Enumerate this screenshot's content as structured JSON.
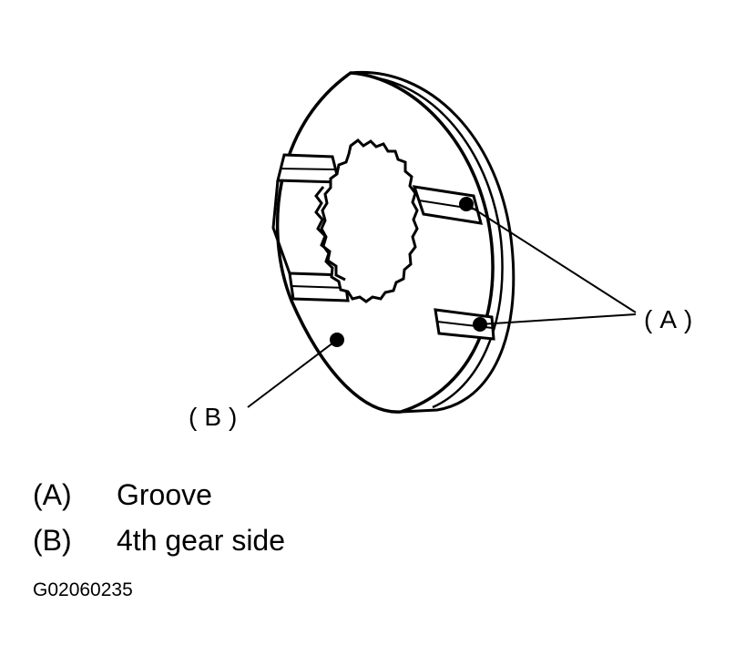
{
  "callouts": {
    "a": "(A)",
    "b": "(B)"
  },
  "legend": [
    {
      "key": "(A)",
      "text": "Groove"
    },
    {
      "key": "(B)",
      "text": "4th gear side"
    }
  ],
  "figure_code": "G02060235",
  "colors": {
    "ink": "#000000",
    "paper": "#ffffff"
  }
}
